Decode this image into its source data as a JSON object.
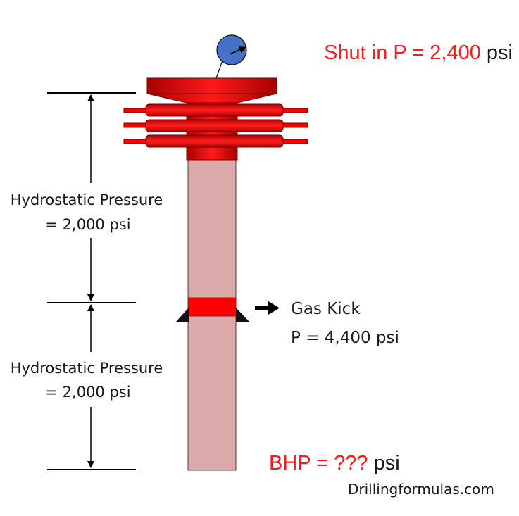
{
  "labels": {
    "shut_in_value": "Shut in P = 2,400",
    "shut_in_unit": " psi",
    "hydrostatic_top_line1": "Hydrostatic Pressure",
    "hydrostatic_top_line2": "= 2,000 psi",
    "hydrostatic_bottom_line1": "Hydrostatic Pressure",
    "hydrostatic_bottom_line2": "= 2,000 psi",
    "gas_kick_line1": "Gas Kick",
    "gas_kick_line2": "P = 4,400 psi",
    "bhp_value": "BHP = ???",
    "bhp_unit": " psi",
    "credit": "Drillingformulas.com"
  },
  "colors": {
    "highlight_text": "#ff1a1a",
    "bop_red": "#ff0000",
    "wellbore_fill": "#dba9a9",
    "gauge_blue": "#4472c4"
  },
  "icons": {
    "gauge": "pressure-gauge-icon",
    "kick_arrow": "right-arrow-icon"
  }
}
